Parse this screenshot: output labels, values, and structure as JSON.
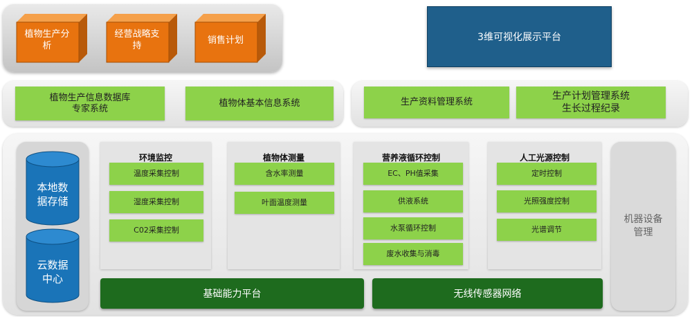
{
  "top_cubes": [
    {
      "label": "植物生产分\n析"
    },
    {
      "label": "经营战略支\n持"
    },
    {
      "label": "销售计划"
    }
  ],
  "platform_3d": {
    "label": "3维可视化展示平台"
  },
  "systems_left": [
    {
      "label": "植物生产信息数据库\n专家系统"
    },
    {
      "label": "植物体基本信息系统"
    }
  ],
  "systems_right": [
    {
      "label": "生产资料管理系统"
    },
    {
      "label": "生产计划管理系统\n生长过程纪录"
    }
  ],
  "storage": [
    {
      "label": "本地数\n据存储"
    },
    {
      "label": "云数据\n中心"
    }
  ],
  "modules": [
    {
      "title": "环境监控",
      "items": [
        "温度采集控制",
        "湿度采集控制",
        "C02采集控制"
      ]
    },
    {
      "title": "植物体测量",
      "items": [
        "含水率测量",
        "叶面温度测量"
      ]
    },
    {
      "title": "营养液循环控制",
      "items": [
        "EC、PH值采集",
        "供液系统",
        "水泵循环控制",
        "废水收集与消毒"
      ]
    },
    {
      "title": "人工光源控制",
      "items": [
        "定时控制",
        "光照强度控制",
        "光谱调节"
      ]
    }
  ],
  "bottom_bars": [
    {
      "label": "基础能力平台"
    },
    {
      "label": "无线传感器网络"
    }
  ],
  "equipment": {
    "label": "机器设备\n管理"
  },
  "colors": {
    "cube_front": "#e8730f",
    "platform_blue": "#1f5f8b",
    "module_green": "#8dd24a",
    "bar_dark_green": "#1e6b1e",
    "cylinder_blue": "#1a74b8"
  }
}
